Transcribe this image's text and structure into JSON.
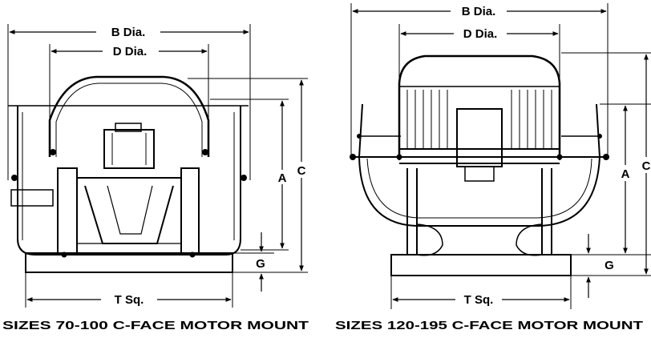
{
  "drawings": [
    {
      "caption": "SIZES 70-100 C-FACE MOTOR MOUNT",
      "labels": {
        "b": "B Dia.",
        "d": "D Dia.",
        "a": "A",
        "c": "C",
        "g": "G",
        "t": "T Sq."
      }
    },
    {
      "caption": "SIZES 120-195 C-FACE MOTOR MOUNT",
      "labels": {
        "b": "B Dia.",
        "d": "D Dia.",
        "a": "A",
        "c": "C",
        "g": "G",
        "t": "T Sq."
      }
    }
  ]
}
